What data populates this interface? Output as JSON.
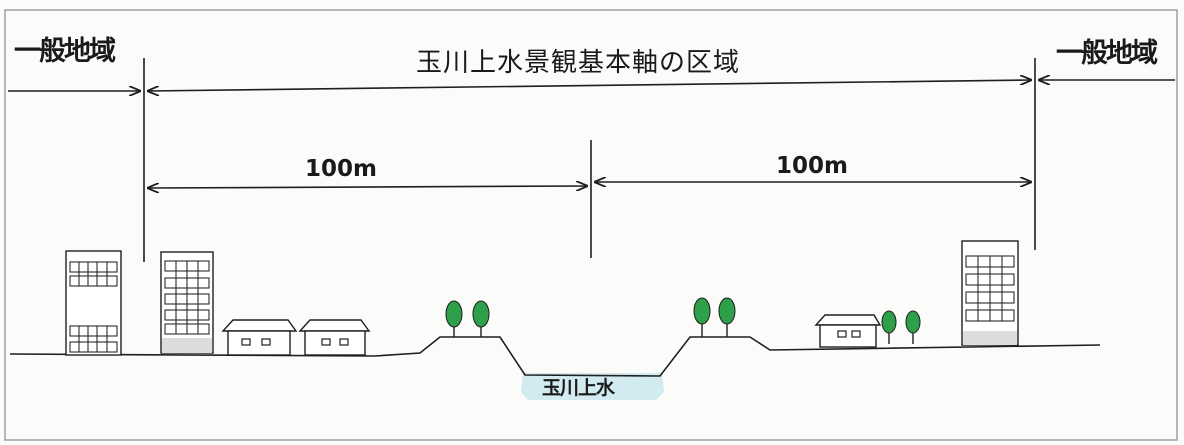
{
  "labels": {
    "general_area_left": "一般地域",
    "general_area_right": "一般地域",
    "axis_zone": "玉川上水景観基本軸の区域",
    "distance_left": "100m",
    "distance_right": "100m",
    "waterway": "玉川上水"
  },
  "colors": {
    "line": "#1f1f1f",
    "building_fill": "#ffffff",
    "building_base": "#dcdcdc",
    "window_grid": "#2a2a2a",
    "tree": "#2fa04a",
    "water": "#d2ebf0"
  }
}
